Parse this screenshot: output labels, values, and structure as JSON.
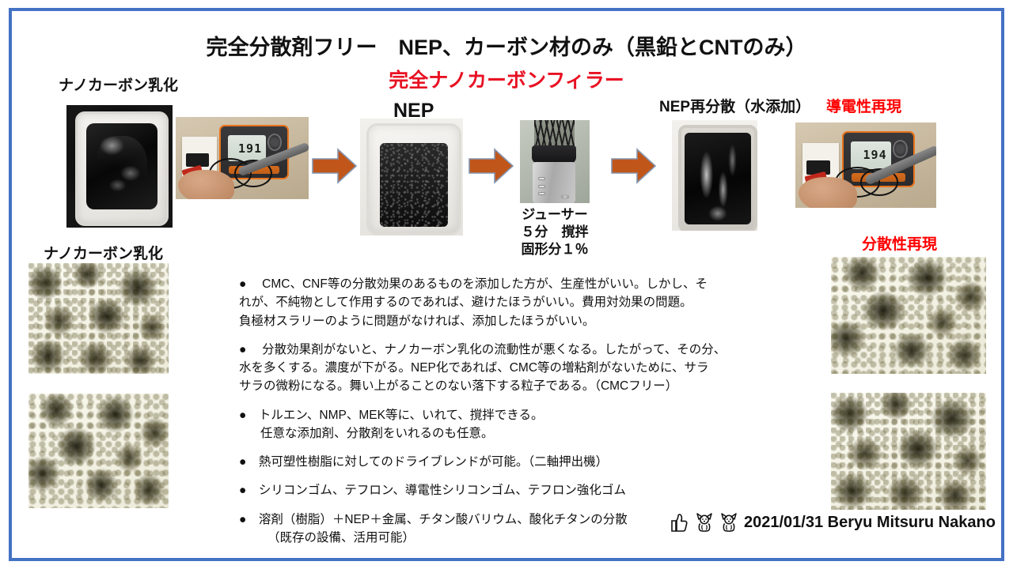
{
  "slide": {
    "border_color": "#4472C4",
    "title_main": "完全分散剤フリー　NEP、カーボン材のみ（黒鉛とCNTのみ）",
    "title_sub": "完全ナノカーボンフィラー",
    "accent_red": "#FF0000",
    "arrow_color": "#C0561A"
  },
  "labels": {
    "emulsion_top": "ナノカーボン乳化",
    "emulsion_bottom": "ナノカーボン乳化",
    "nep": "NEP",
    "redispersion": "NEP再分散（水添加）",
    "conductivity_reproduced": "導電性再現",
    "dispersibility_reproduced": "分散性再現"
  },
  "juicer_caption": {
    "line1": "ジューサー",
    "line2": "５分　撹拌",
    "line3": "固形分１％"
  },
  "meters": [
    {
      "name": "meter-before",
      "reading": "191"
    },
    {
      "name": "meter-after",
      "reading": "194"
    }
  ],
  "bullets": [
    {
      "lines": [
        "● 　CMC、CNF等の分散効果のあるものを添加した方が、生産性がいい。しかし、そ",
        "れが、不純物として作用するのであれば、避けたほうがいい。費用対効果の問題。",
        "負極材スラリーのように問題がなければ、添加したほうがいい。"
      ],
      "indent": [
        0,
        0,
        0
      ]
    },
    {
      "lines": [
        "● 　分散効果剤がないと、ナノカーボン乳化の流動性が悪くなる。したがって、その分、",
        "水を多くする。濃度が下がる。NEP化であれば、CMC等の増粘剤がないために、サラ",
        "サラの微粉になる。舞い上がることのない落下する粒子である。（CMCフリー）"
      ],
      "indent": [
        0,
        0,
        0
      ]
    },
    {
      "lines": [
        "●　トルエン、NMP、MEK等に、いれて、撹拌できる。",
        "任意な添加剤、分散剤をいれるのも任意。"
      ],
      "indent": [
        0,
        1
      ]
    },
    {
      "lines": [
        "●　熱可塑性樹脂に対してのドライブレンドが可能。（二軸押出機）"
      ],
      "indent": [
        0
      ]
    },
    {
      "lines": [
        "●　シリコンゴム、テフロン、導電性シリコンゴム、テフロン強化ゴム"
      ],
      "indent": [
        0
      ]
    },
    {
      "lines": [
        "●　溶剤（樹脂）＋NEP＋金属、チタン酸バリウム、酸化チタンの分散",
        "（既存の設備、活用可能）"
      ],
      "indent": [
        0,
        2
      ]
    }
  ],
  "footer": {
    "icons": [
      "thumbs-up-icon",
      "cat-icon",
      "cat-icon"
    ],
    "text": "2021/01/31 Beryu Mitsuru Nakano"
  }
}
